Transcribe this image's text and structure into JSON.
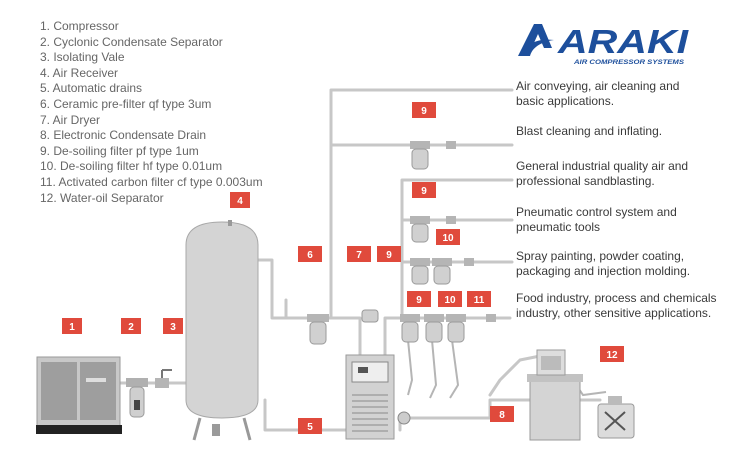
{
  "legend": [
    "1. Compressor",
    "2. Cyclonic Condensate Separator",
    "3. Isolating Vale",
    "4. Air Receiver",
    "5. Automatic drains",
    "6. Ceramic pre-filter qf type 3um",
    "7. Air Dryer",
    "8. Electronic Condensate Drain",
    "9. De-soiling filter pf type 1um",
    "10. De-soiling filter hf type 0.01um",
    "11. Activated carbon filter cf type 0.003um",
    "12. Water-oil Separator"
  ],
  "brand": {
    "name": "ARAKI",
    "tagline": "AIR COMPRESSOR SYSTEMS",
    "color": "#1d4f9c"
  },
  "applications": [
    {
      "line1": "Air conveying, air cleaning and",
      "line2": "basic applications."
    },
    {
      "line1": "Blast cleaning and inflating.",
      "line2": ""
    },
    {
      "line1": "General industrial quality air and",
      "line2": "professional sandblasting."
    },
    {
      "line1": "Pneumatic control system and",
      "line2": "pneumatic tools"
    },
    {
      "line1": "Spray painting, powder coating,",
      "line2": "packaging and injection molding."
    },
    {
      "line1": "Food industry, process and chemicals",
      "line2": "industry, other sensitive applications."
    }
  ],
  "markers": {
    "m1": "1",
    "m2": "2",
    "m3": "3",
    "m4": "4",
    "m5": "5",
    "m6": "6",
    "m7": "7",
    "m8": "8",
    "m9a": "9",
    "m9b": "9",
    "m9c": "9",
    "m9d": "9",
    "m10a": "10",
    "m10b": "10",
    "m11": "11",
    "m12": "12"
  },
  "colors": {
    "marker": "#e04a3c",
    "pipe": "#c7c7c7",
    "equipment": "#d6d6d6"
  }
}
